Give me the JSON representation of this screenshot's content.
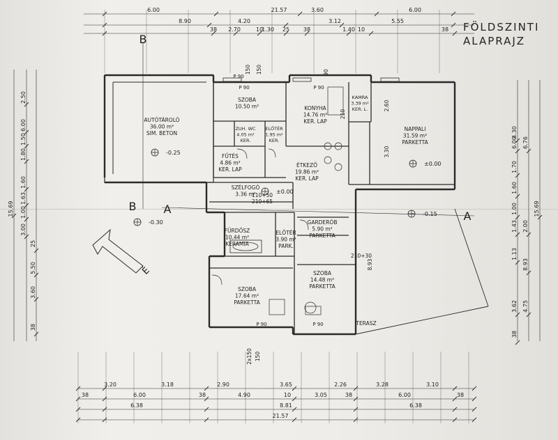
{
  "title": {
    "line1": "FÖLDSZINTI",
    "line2": "ALAPRAJZ"
  },
  "rooms": [
    {
      "name": "AUTÓTÁROLÓ",
      "area": "36.00 m²",
      "floor": "SIM. BETON"
    },
    {
      "name": "SZOBA",
      "area": "10.50 m²",
      "floor": ""
    },
    {
      "name": "ZUH. WC",
      "area": "4.05 m²",
      "floor": "KER."
    },
    {
      "name": "ELŐTÉR",
      "area": "1.95 m²",
      "floor": "KER."
    },
    {
      "name": "FŰTÉS",
      "area": "4.86 m²",
      "floor": "KER. LAP"
    },
    {
      "name": "KONYHA",
      "area": "14.76 m²",
      "floor": "KER. LAP"
    },
    {
      "name": "KAMRA",
      "area": "3.39 m²",
      "floor": "KER. L."
    },
    {
      "name": "NAPPALI",
      "area": "31.59 m²",
      "floor": "PARKETTA"
    },
    {
      "name": "ÉTKEZŐ",
      "area": "19.86 m²",
      "floor": "KER. LAP"
    },
    {
      "name": "SZÉLFOGÓ",
      "area": "3.36 m²",
      "floor": ""
    },
    {
      "name": "FÜRDŐSZ",
      "area": "10.44 m²",
      "floor": "KERAMIA"
    },
    {
      "name": "ELŐTÉR",
      "area": "3.90 m²",
      "floor": "PARK."
    },
    {
      "name": "GARDERÓB",
      "area": "5.90 m²",
      "floor": "PARKETTA"
    },
    {
      "name": "SZOBA",
      "area": "17.64 m²",
      "floor": "PARKETTA"
    },
    {
      "name": "SZOBA",
      "area": "14.48 m²",
      "floor": "PARKETTA"
    },
    {
      "name": "TERASZ",
      "area": "",
      "floor": ""
    }
  ],
  "levels": [
    "-0.25",
    "±0.00",
    "-0.30",
    "±0.00",
    "-0.15"
  ],
  "section_marks": [
    "B",
    "B",
    "A",
    "A"
  ],
  "north_symbol": "É",
  "window_labels": [
    "P 90",
    "P 90",
    "P 90",
    "P 90",
    "P 90"
  ],
  "dims_top": {
    "row1": [
      "6.00",
      "21.57",
      "3.60",
      "6.00"
    ],
    "row2": [
      "8.90",
      "4.20",
      "3.12",
      "5.55"
    ],
    "row3": [
      "38",
      "2.70",
      "10",
      "1.30",
      "25",
      "38",
      "1.40",
      "10",
      "38"
    ]
  },
  "dims_bottom": {
    "row1": [
      "3.20",
      "3.18",
      "2.90",
      "3.65",
      "2.26",
      "3.28",
      "3.10"
    ],
    "row2": [
      "38",
      "6.00",
      "38",
      "4.90",
      "10",
      "3.05",
      "38",
      "6.00",
      "38"
    ],
    "row3": [
      "6.38",
      "8.81",
      "6.38"
    ],
    "row4": [
      "21.57"
    ]
  },
  "dims_left": [
    "15.69",
    "2.50",
    "6.00",
    "1.50",
    "1.80",
    "1.60",
    "1.63",
    "1.00",
    "3.00",
    "25",
    "5.50",
    "3.60",
    "38"
  ],
  "dims_right": [
    "15.69",
    "4.30",
    "6.00",
    "6.76",
    "1.70",
    "1.60",
    "1.00",
    "1.43",
    "2.00",
    "1.13",
    "8.93",
    "3.62",
    "4.75",
    "38"
  ],
  "dims_inner": [
    "150",
    "150",
    "90",
    "210",
    "2.60",
    "3.30",
    "8.93",
    "2x150",
    "150",
    "210+30",
    "110+50",
    "210+65"
  ]
}
